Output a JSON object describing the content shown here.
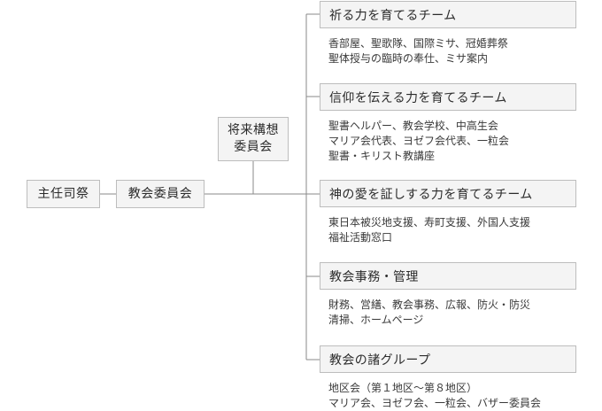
{
  "chart": {
    "pastor": "主任司祭",
    "council": "教会委員会",
    "future_committee": "将来構想\n委員会",
    "teams": [
      {
        "title": "祈る力を育てるチーム",
        "lines": [
          "香部屋、聖歌隊、国際ミサ、冠婚葬祭",
          "聖体授与の臨時の奉仕、ミサ案内"
        ]
      },
      {
        "title": "信仰を伝える力を育てるチーム",
        "lines": [
          "聖書ヘルパー、教会学校、中高生会",
          "マリア会代表、ヨゼフ会代表、一粒会",
          "聖書・キリスト教講座"
        ]
      },
      {
        "title": "神の愛を証しする力を育てるチーム",
        "lines": [
          "東日本被災地支援、寿町支援、外国人支援",
          "福祉活動窓口"
        ]
      },
      {
        "title": "教会事務・管理",
        "lines": [
          "財務、営繕、教会事務、広報、防火・防災",
          "清掃、ホームページ"
        ]
      },
      {
        "title": "教会の諸グループ",
        "lines": [
          "地区会（第１地区〜第８地区）",
          "マリア会、ヨゼフ会、一粒会、バザー委員会"
        ]
      }
    ]
  },
  "colors": {
    "box_fill": "#f4f4f4",
    "box_border": "#bdbdbd",
    "line": "#8a8a8a",
    "text": "#2b2b2b"
  }
}
